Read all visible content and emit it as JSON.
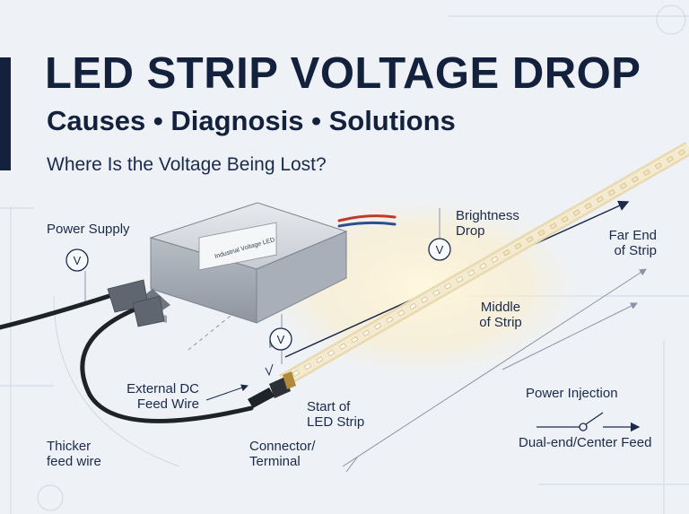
{
  "header": {
    "title": "LED STRIP VOLTAGE DROP",
    "subtitle": "Causes • Diagnosis • Solutions",
    "question": "Where Is the Voltage Being Lost?"
  },
  "labels": {
    "power_supply": "Power Supply",
    "brightness_drop": [
      "Brightness",
      "Drop"
    ],
    "far_end": [
      "Far End",
      "of Strip"
    ],
    "middle": [
      "Middle",
      "of Strip"
    ],
    "external_dc": [
      "External DC",
      "Feed Wire"
    ],
    "start_strip": [
      "Start of",
      "LED Strip"
    ],
    "power_injection": "Power Injection",
    "dual_end": "Dual-end/Center Feed",
    "thicker": [
      "Thicker",
      "feed wire"
    ],
    "connector": [
      "Connector/",
      "Terminal"
    ]
  },
  "meter_symbol": "V",
  "psu_label": "Industrial Voltage LED",
  "colors": {
    "navy": "#13213d",
    "background": "#eef2f7",
    "strip_glow": "#ffe6a8",
    "led": "#fff6d9"
  }
}
